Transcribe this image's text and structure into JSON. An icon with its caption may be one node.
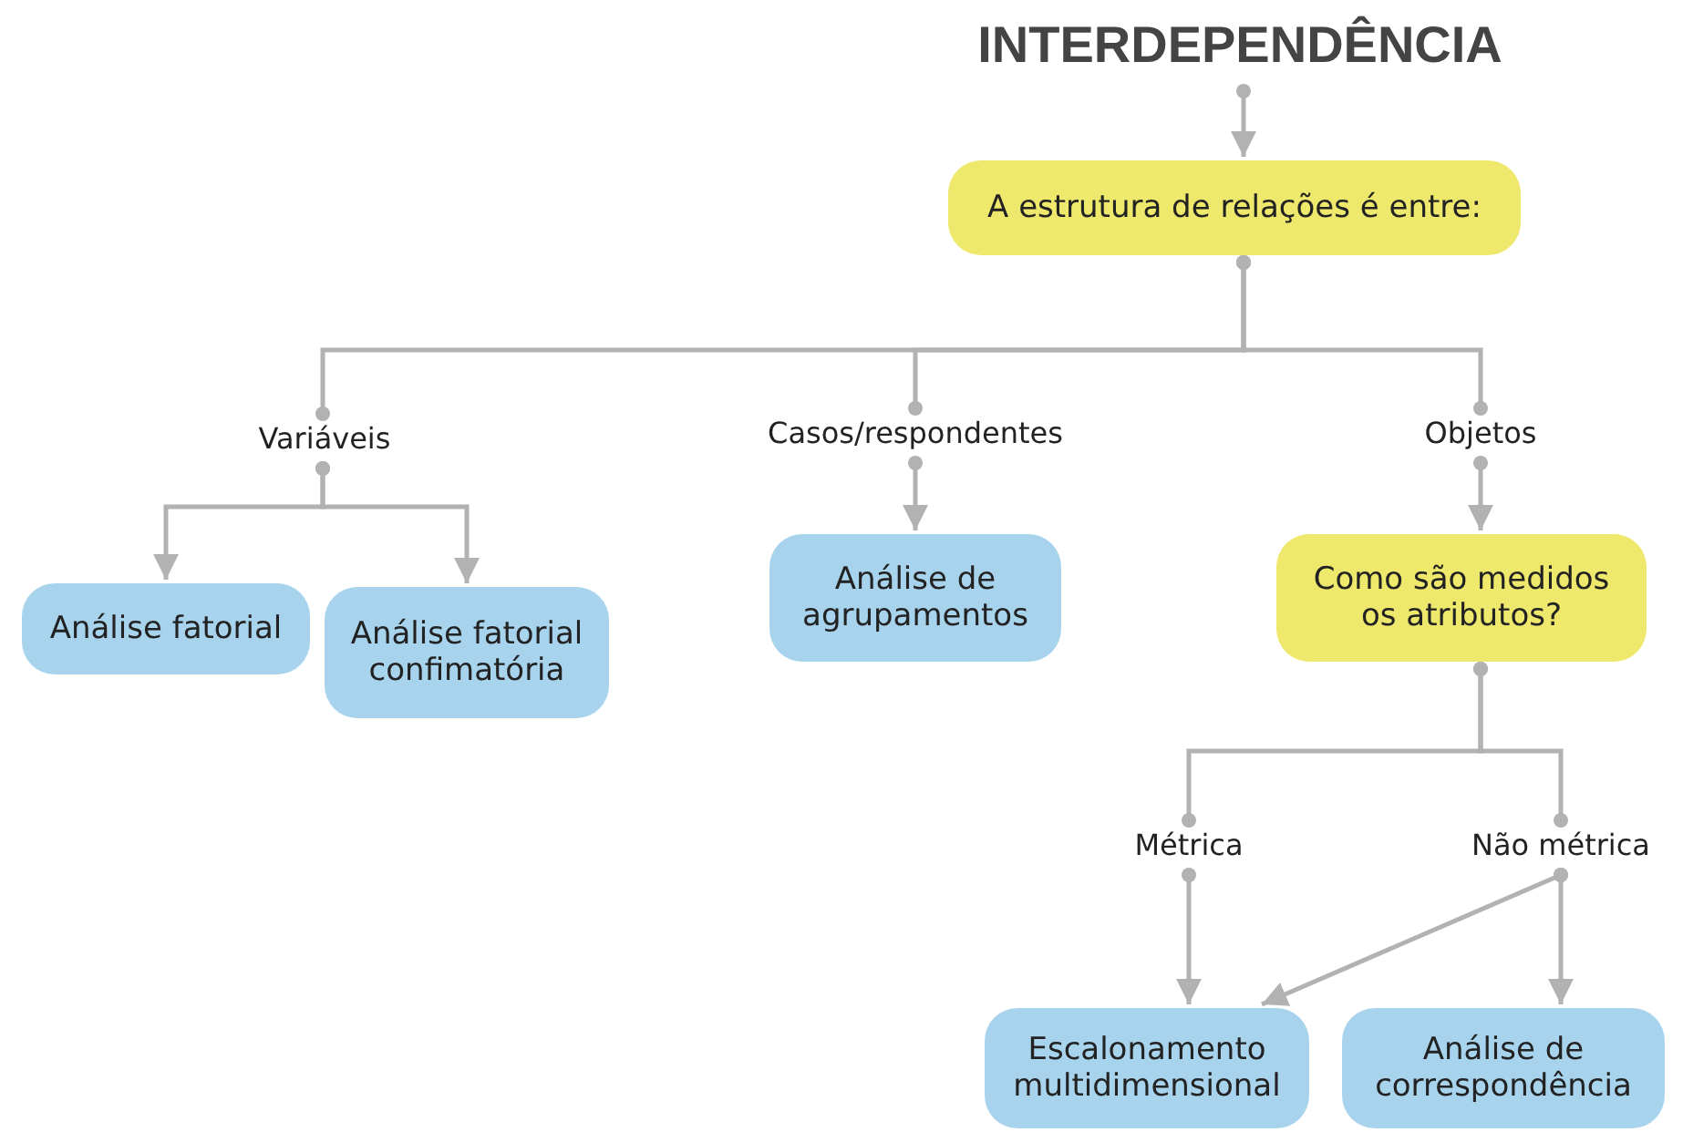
{
  "diagram": {
    "nodes": [
      {
        "text": [
          "INTERDEPENDÊNCIA"
        ]
      },
      {
        "text": [
          "A estrutura de relações é entre:"
        ]
      },
      {
        "text": [
          "Variáveis"
        ]
      },
      {
        "text": [
          "Casos/respondentes"
        ]
      },
      {
        "text": [
          "Objetos"
        ]
      },
      {
        "text": [
          "Análise fatorial"
        ]
      },
      {
        "text": [
          "Análise fatorial confimatória"
        ]
      },
      {
        "text": [
          "Análise de agrupamentos"
        ]
      },
      {
        "text": [
          "Como são medidos os atributos?"
        ]
      },
      {
        "text": [
          "Métrica"
        ]
      },
      {
        "text": [
          "Não métrica"
        ]
      },
      {
        "text": [
          "Escalonamento multidimensional"
        ]
      },
      {
        "text": [
          "Análise de correspondência"
        ]
      }
    ],
    "edges": [
      {
        "from": 0,
        "to": 1,
        "arrow": "to"
      },
      {
        "from": 1,
        "to": 2,
        "arrow": "other"
      },
      {
        "from": 1,
        "to": 3,
        "arrow": "other"
      },
      {
        "from": 1,
        "to": 4,
        "arrow": "other"
      },
      {
        "from": 2,
        "to": 5,
        "arrow": "to"
      },
      {
        "from": 2,
        "to": 6,
        "arrow": "to"
      },
      {
        "from": 3,
        "to": 7,
        "arrow": "to"
      },
      {
        "from": 4,
        "to": 8,
        "arrow": "to"
      },
      {
        "from": 8,
        "to": 9,
        "arrow": "other"
      },
      {
        "from": 8,
        "to": 10,
        "arrow": "other"
      },
      {
        "from": 9,
        "to": 11,
        "arrow": "to"
      },
      {
        "from": 10,
        "to": 11,
        "arrow": "to"
      },
      {
        "from": 10,
        "to": 12,
        "arrow": "to"
      }
    ]
  }
}
